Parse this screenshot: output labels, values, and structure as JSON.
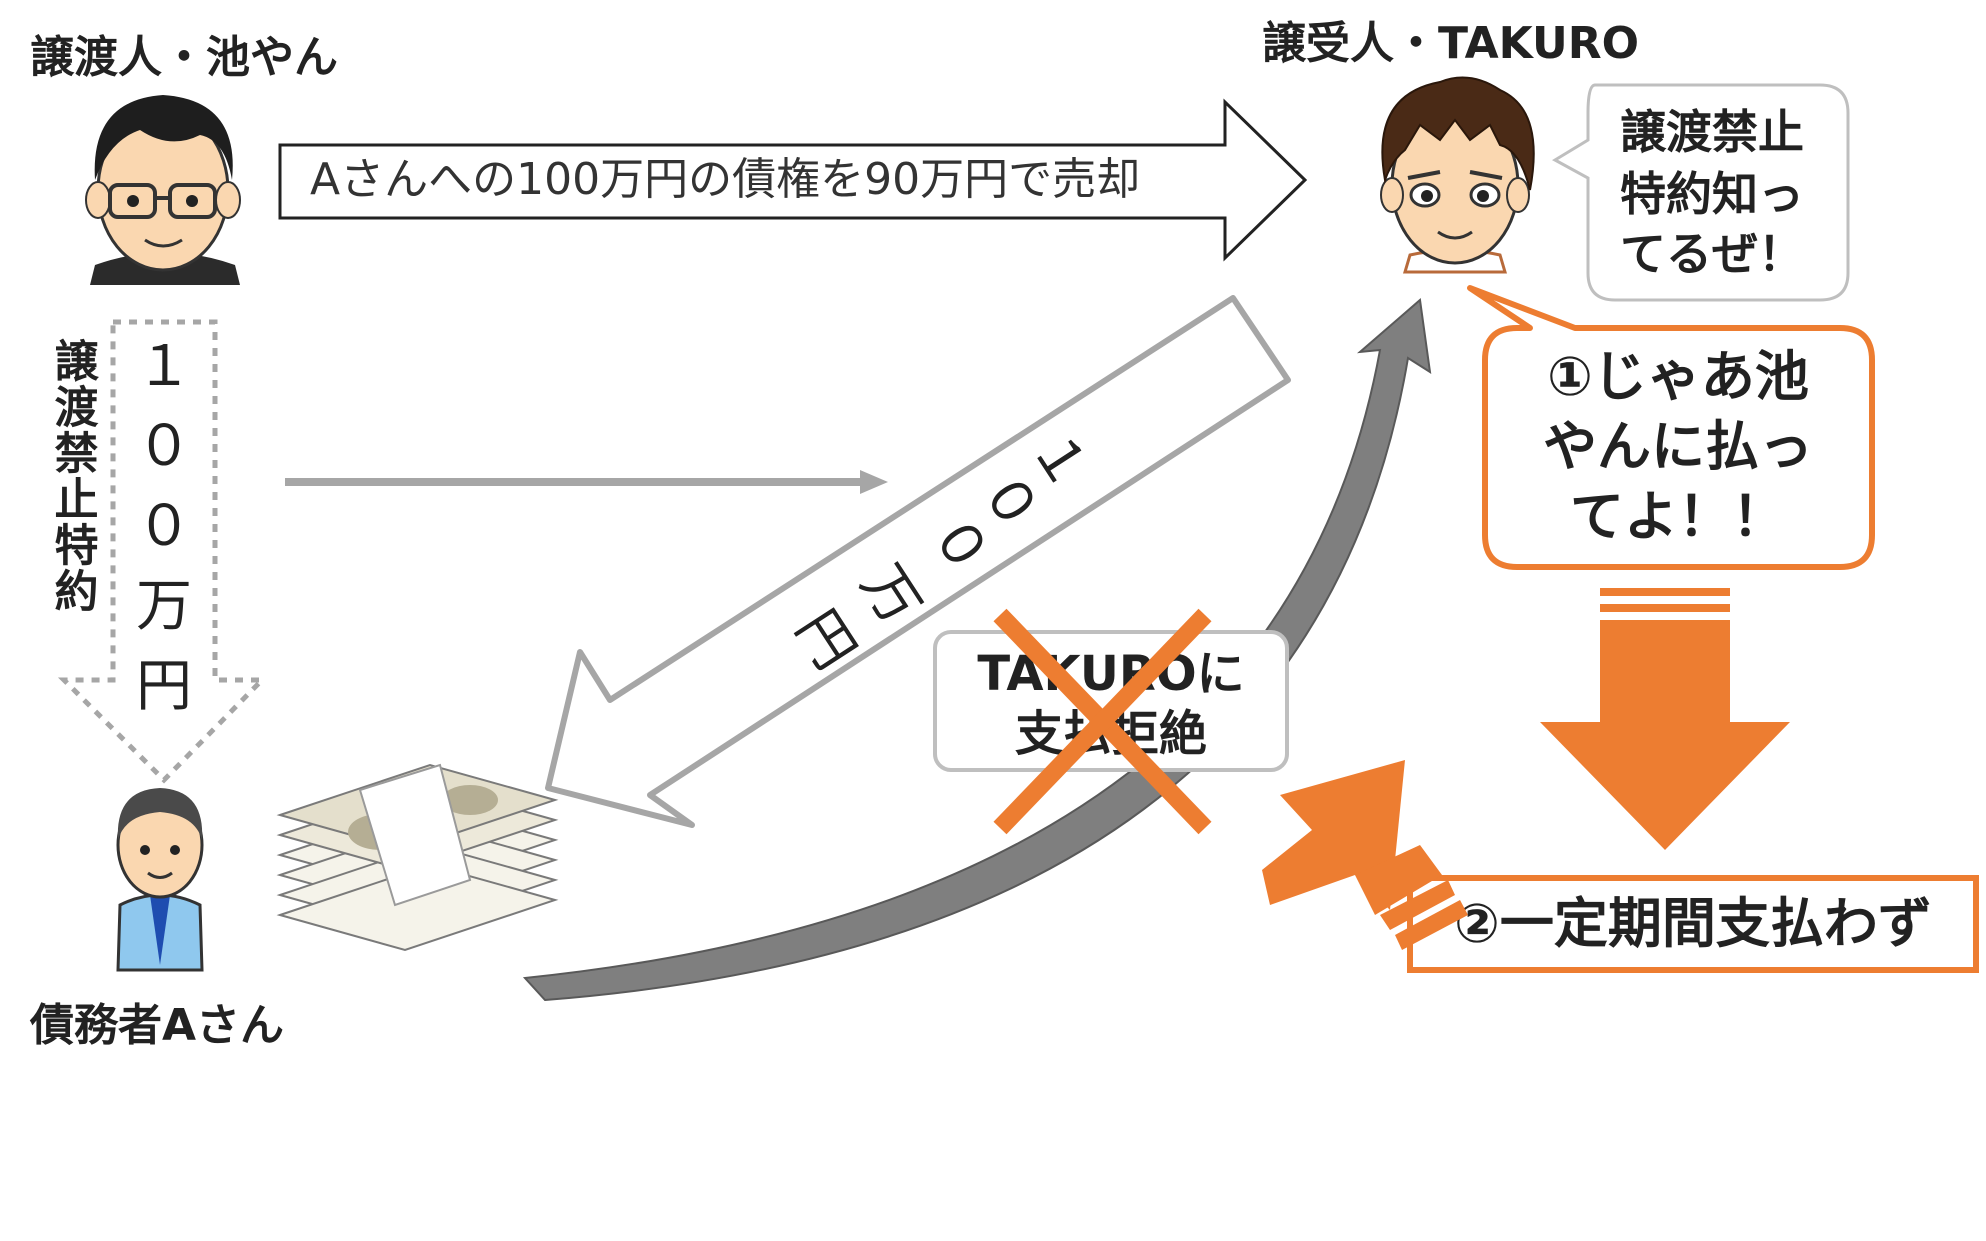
{
  "assignor": {
    "label": "譲渡人・池やん"
  },
  "assignee": {
    "label": "譲受人・TAKURO"
  },
  "debtor": {
    "label": "債務者Aさん"
  },
  "sale_arrow": {
    "text": "Aさんへの100万円の債権を90万円で売却"
  },
  "restriction": {
    "text": "譲渡禁止特約"
  },
  "payment_amount": {
    "chars": [
      "１",
      "０",
      "０",
      "万",
      "円"
    ]
  },
  "payment_to_assignor": {
    "chars": [
      "１",
      "０",
      "０",
      "万",
      "円"
    ]
  },
  "assignee_speech": {
    "lines": [
      "譲渡禁止",
      "特約知っ",
      "てるぜ！"
    ]
  },
  "request_box": {
    "lines": [
      "①じゃあ池",
      "やんに払っ",
      "てよ！！"
    ]
  },
  "refusal_box": {
    "lines": [
      "TAKUROに",
      "支払拒絶"
    ]
  },
  "no_payment_box": {
    "text": "②一定期間支払わず"
  },
  "colors": {
    "orange": "#ED7D31",
    "gray": "#A6A6A6",
    "dark": "#222222"
  }
}
